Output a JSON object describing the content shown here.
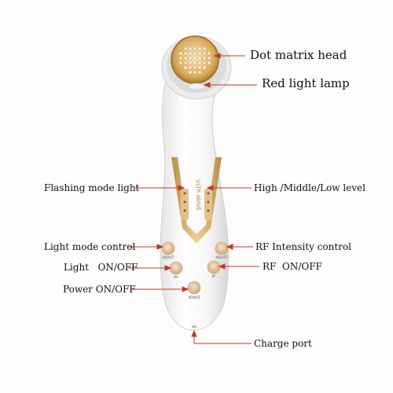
{
  "callouts": {
    "dot_matrix_head": "Dot matrix head",
    "red_light_lamp": "Red light lamp",
    "flashing_mode_light": "Flashing mode light",
    "level_indicator": "High /Middle/Low level",
    "light_mode_control": "Light mode control",
    "rf_intensity_control": "RF Intensity control",
    "light_on_off": "Light   ON/OFF",
    "rf_on_off": "RF  ON/OFF",
    "power_on_off": "Power ON/OFF",
    "charge_port": "Charge port"
  },
  "device_labels": {
    "brand": "ULTR WAVE",
    "adjust_left": "ADJUST",
    "adjust_right": "ADJUST",
    "ipl": "IPL",
    "rf": "RF",
    "power": "POWER"
  },
  "colors": {
    "body": "#ffffff",
    "gold": "#d9a85a",
    "button": "#e7c9a4",
    "leader_line": "#c0392b"
  }
}
